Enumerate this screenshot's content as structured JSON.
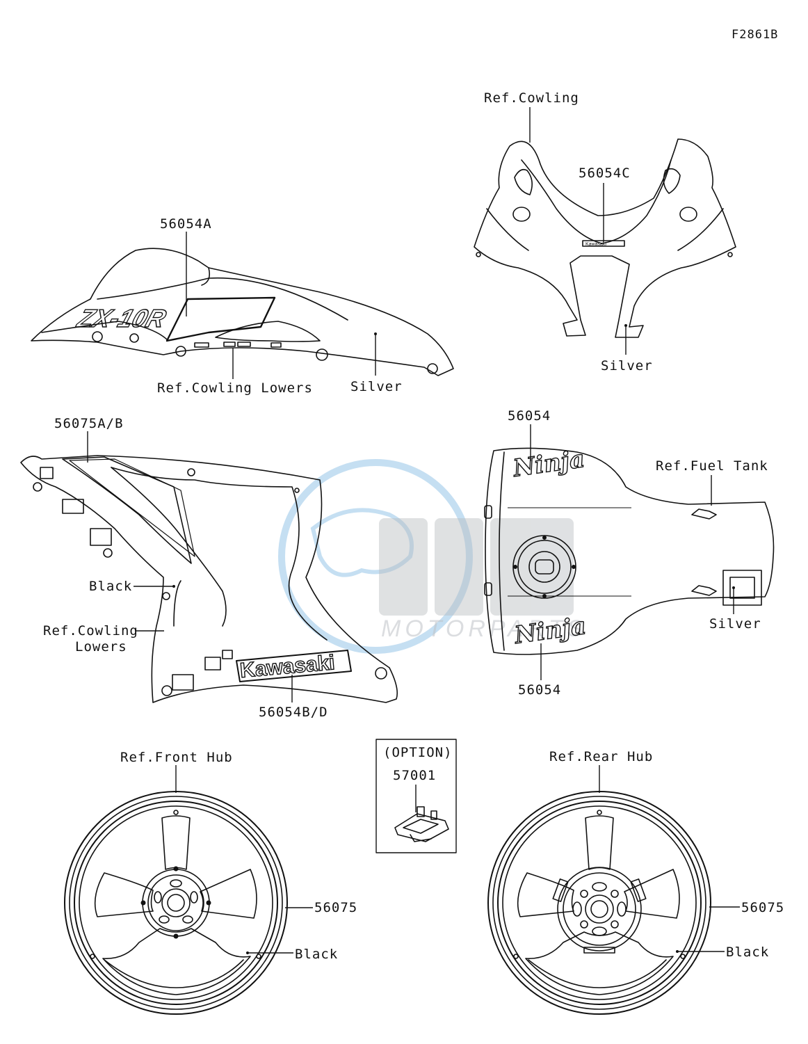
{
  "diagram_code": "F2861B",
  "option_box": {
    "title": "(OPTION)",
    "part_number": "57001"
  },
  "watermark": {
    "brand": "MOTORPARTS",
    "color": "#8cbfe6"
  },
  "callouts": {
    "ref_cowling": "Ref.Cowling",
    "p56054C": "56054C",
    "silver_nose": "Silver",
    "p56054A": "56054A",
    "ref_cowling_lowers_side": "Ref.Cowling Lowers",
    "silver_side": "Silver",
    "p56075AB": "56075A/B",
    "black_lower": "Black",
    "ref_cowling_lowers_1": "Ref.Cowling",
    "ref_cowling_lowers_2": "Lowers",
    "p56054BD": "56054B/D",
    "p56054_top": "56054",
    "ref_fuel_tank": "Ref.Fuel Tank",
    "silver_tank": "Silver",
    "p56054_bottom": "56054",
    "ref_front_hub": "Ref.Front Hub",
    "p56075_front": "56075",
    "black_front": "Black",
    "ref_rear_hub": "Ref.Rear Hub",
    "p56075_rear": "56075",
    "black_rear": "Black"
  },
  "decal_texts": {
    "zx10r": "ZX-10R",
    "kawasaki": "Kawasaki",
    "ninja_top": "Ninja",
    "ninja_bottom": "Ninja",
    "kawasaki_small": "Kawasaki"
  }
}
